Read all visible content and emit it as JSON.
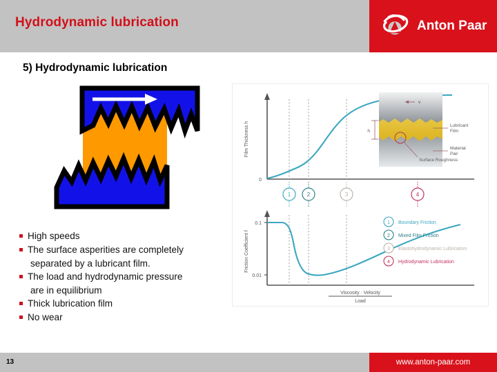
{
  "header": {
    "title": "Hydrodynamic lubrication",
    "logo_text": "Anton Paar",
    "logo_icon": "anton-paar-orbit-logo",
    "bar_color": "#c2c2c2",
    "title_color": "#d2101a",
    "brand_color": "#d8111b"
  },
  "slide": {
    "subtitle": "5) Hydrodynamic lubrication"
  },
  "surface_diagram": {
    "name": "hydrodynamic-lubrication-surface-diagram",
    "arrow_label": "motion-arrow",
    "upper_surface_color": "#1212e8",
    "lower_surface_color": "#1212e8",
    "lubricant_film_color": "#ff9900",
    "outline_color": "#000000",
    "arrow_color": "#ffffff"
  },
  "bullets": [
    {
      "text": "High speeds",
      "continuation": null
    },
    {
      "text": "The surface asperities are completely",
      "continuation": "separated by a lubricant film."
    },
    {
      "text": "The load and hydrodynamic pressure",
      "continuation": "are in equilibrium"
    },
    {
      "text": "Thick lubrication film",
      "continuation": null
    },
    {
      "text": "No wear",
      "continuation": null
    }
  ],
  "figure": {
    "film_thickness_chart": {
      "type": "line",
      "ylabel": "Film Thickness h",
      "y_origin_label": "0",
      "xlabel": "",
      "curve_color": "#3ba6c0",
      "gridline_count": 3,
      "title": ""
    },
    "friction_chart": {
      "type": "line",
      "ylabel": "Friction Coefficient f",
      "ytick_labels": [
        "0.1",
        "0.01"
      ],
      "xlabel_numerator": "Viscosity · Velocity",
      "xlabel_denominator": "Load",
      "curve_color": "#3ba6c0",
      "gridline_count": 3
    },
    "regime_markers": [
      {
        "number": "1",
        "color": "#3ba6c0"
      },
      {
        "number": "2",
        "color": "#2e7f86"
      },
      {
        "number": "3",
        "color": "#b9b3a8"
      },
      {
        "number": "4",
        "color": "#c0315c"
      }
    ],
    "legend": [
      {
        "number": "1",
        "label": "Boundary Friction",
        "color": "#3ba6c0"
      },
      {
        "number": "2",
        "label": "Mixed Film Friction",
        "color": "#2e7f86"
      },
      {
        "number": "3",
        "label": "Elastohydrodynamic Lubrication",
        "color": "#b9b3a8"
      },
      {
        "number": "4",
        "label": "Hydrodynamic Lubrication",
        "color": "#c0315c"
      }
    ],
    "inset": {
      "name": "lubricant-film-inset-illustration",
      "height_label": "h",
      "velocity_label": "v",
      "callouts": [
        "Lubricant Film",
        "Material Pair",
        "Surface Roughness"
      ],
      "film_color": "#e8c43a",
      "material_color": "#a8adb2"
    }
  },
  "footer": {
    "page_number": "13",
    "url": "www.anton-paar.com"
  }
}
